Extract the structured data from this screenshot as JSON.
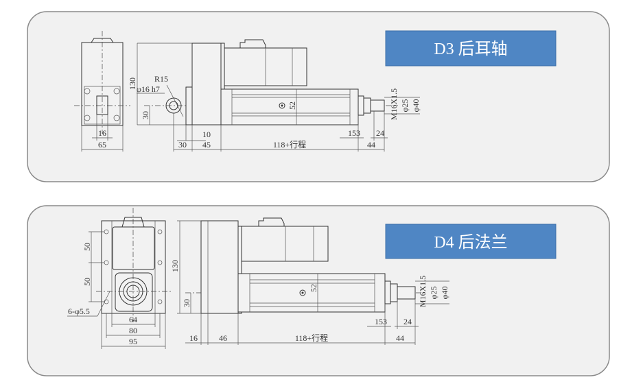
{
  "colors": {
    "panel_bg": "#f1f1f1",
    "panel_border": "#8a8a8a",
    "label_bg": "#4f86c4",
    "label_text": "#ffffff"
  },
  "panels": [
    {
      "label": "D3 后耳轴",
      "dims": {
        "end_small": "16",
        "end_width": "65",
        "height": "130",
        "axis_height": "30",
        "radius": "R15",
        "pin": "φ16 h7",
        "d10": "10",
        "d30": "30",
        "d45": "45",
        "length": "118+行程",
        "d44": "44",
        "d153": "153",
        "d24": "24",
        "thread": "M16X1.5",
        "d25": "φ25",
        "d40": "φ40",
        "tube": "52"
      }
    },
    {
      "label": "D4 后法兰",
      "dims": {
        "v50a": "50",
        "v50b": "50",
        "holes": "6-φ5.5",
        "d64": "64",
        "d80": "80",
        "d95": "95",
        "height": "130",
        "axis_height": "30",
        "d46": "46",
        "d16": "16",
        "length": "118+行程",
        "d44": "44",
        "d153": "153",
        "d24": "24",
        "thread": "M16X1.5",
        "d25": "φ25",
        "d40": "φ40",
        "tube": "52"
      }
    }
  ]
}
